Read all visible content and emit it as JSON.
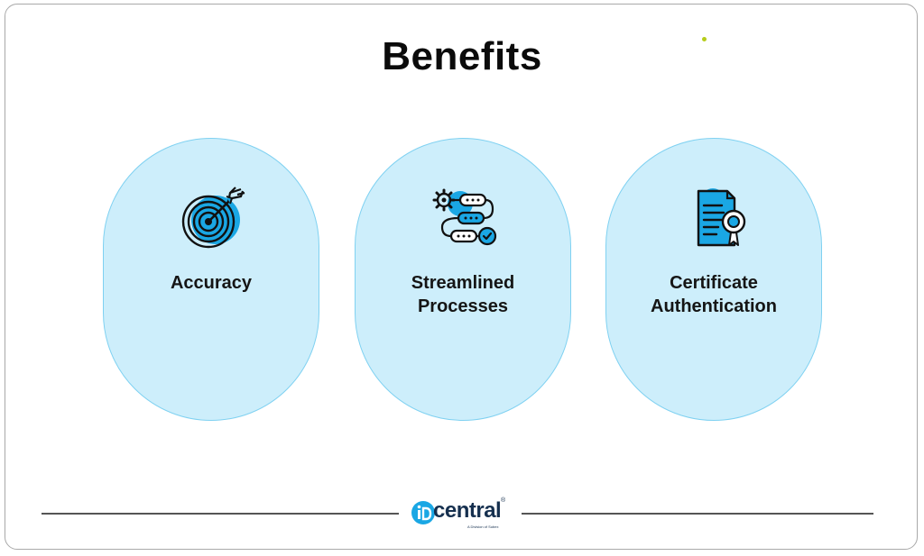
{
  "title": "Benefits",
  "cards": [
    {
      "label_line1": "Accuracy",
      "label_line2": "",
      "icon": "target-icon"
    },
    {
      "label_line1": "Streamlined",
      "label_line2": "Processes",
      "icon": "workflow-icon"
    },
    {
      "label_line1": "Certificate",
      "label_line2": "Authentication",
      "icon": "certificate-icon"
    }
  ],
  "footer": {
    "logo_text": "central",
    "logo_mark_text": "iD",
    "registered": "®",
    "tagline": "A Division of Subex"
  },
  "colors": {
    "card_fill": "#cdeefb",
    "card_border": "#7fd1f1",
    "icon_accent": "#1aa7e4",
    "logo_text": "#16304f"
  }
}
